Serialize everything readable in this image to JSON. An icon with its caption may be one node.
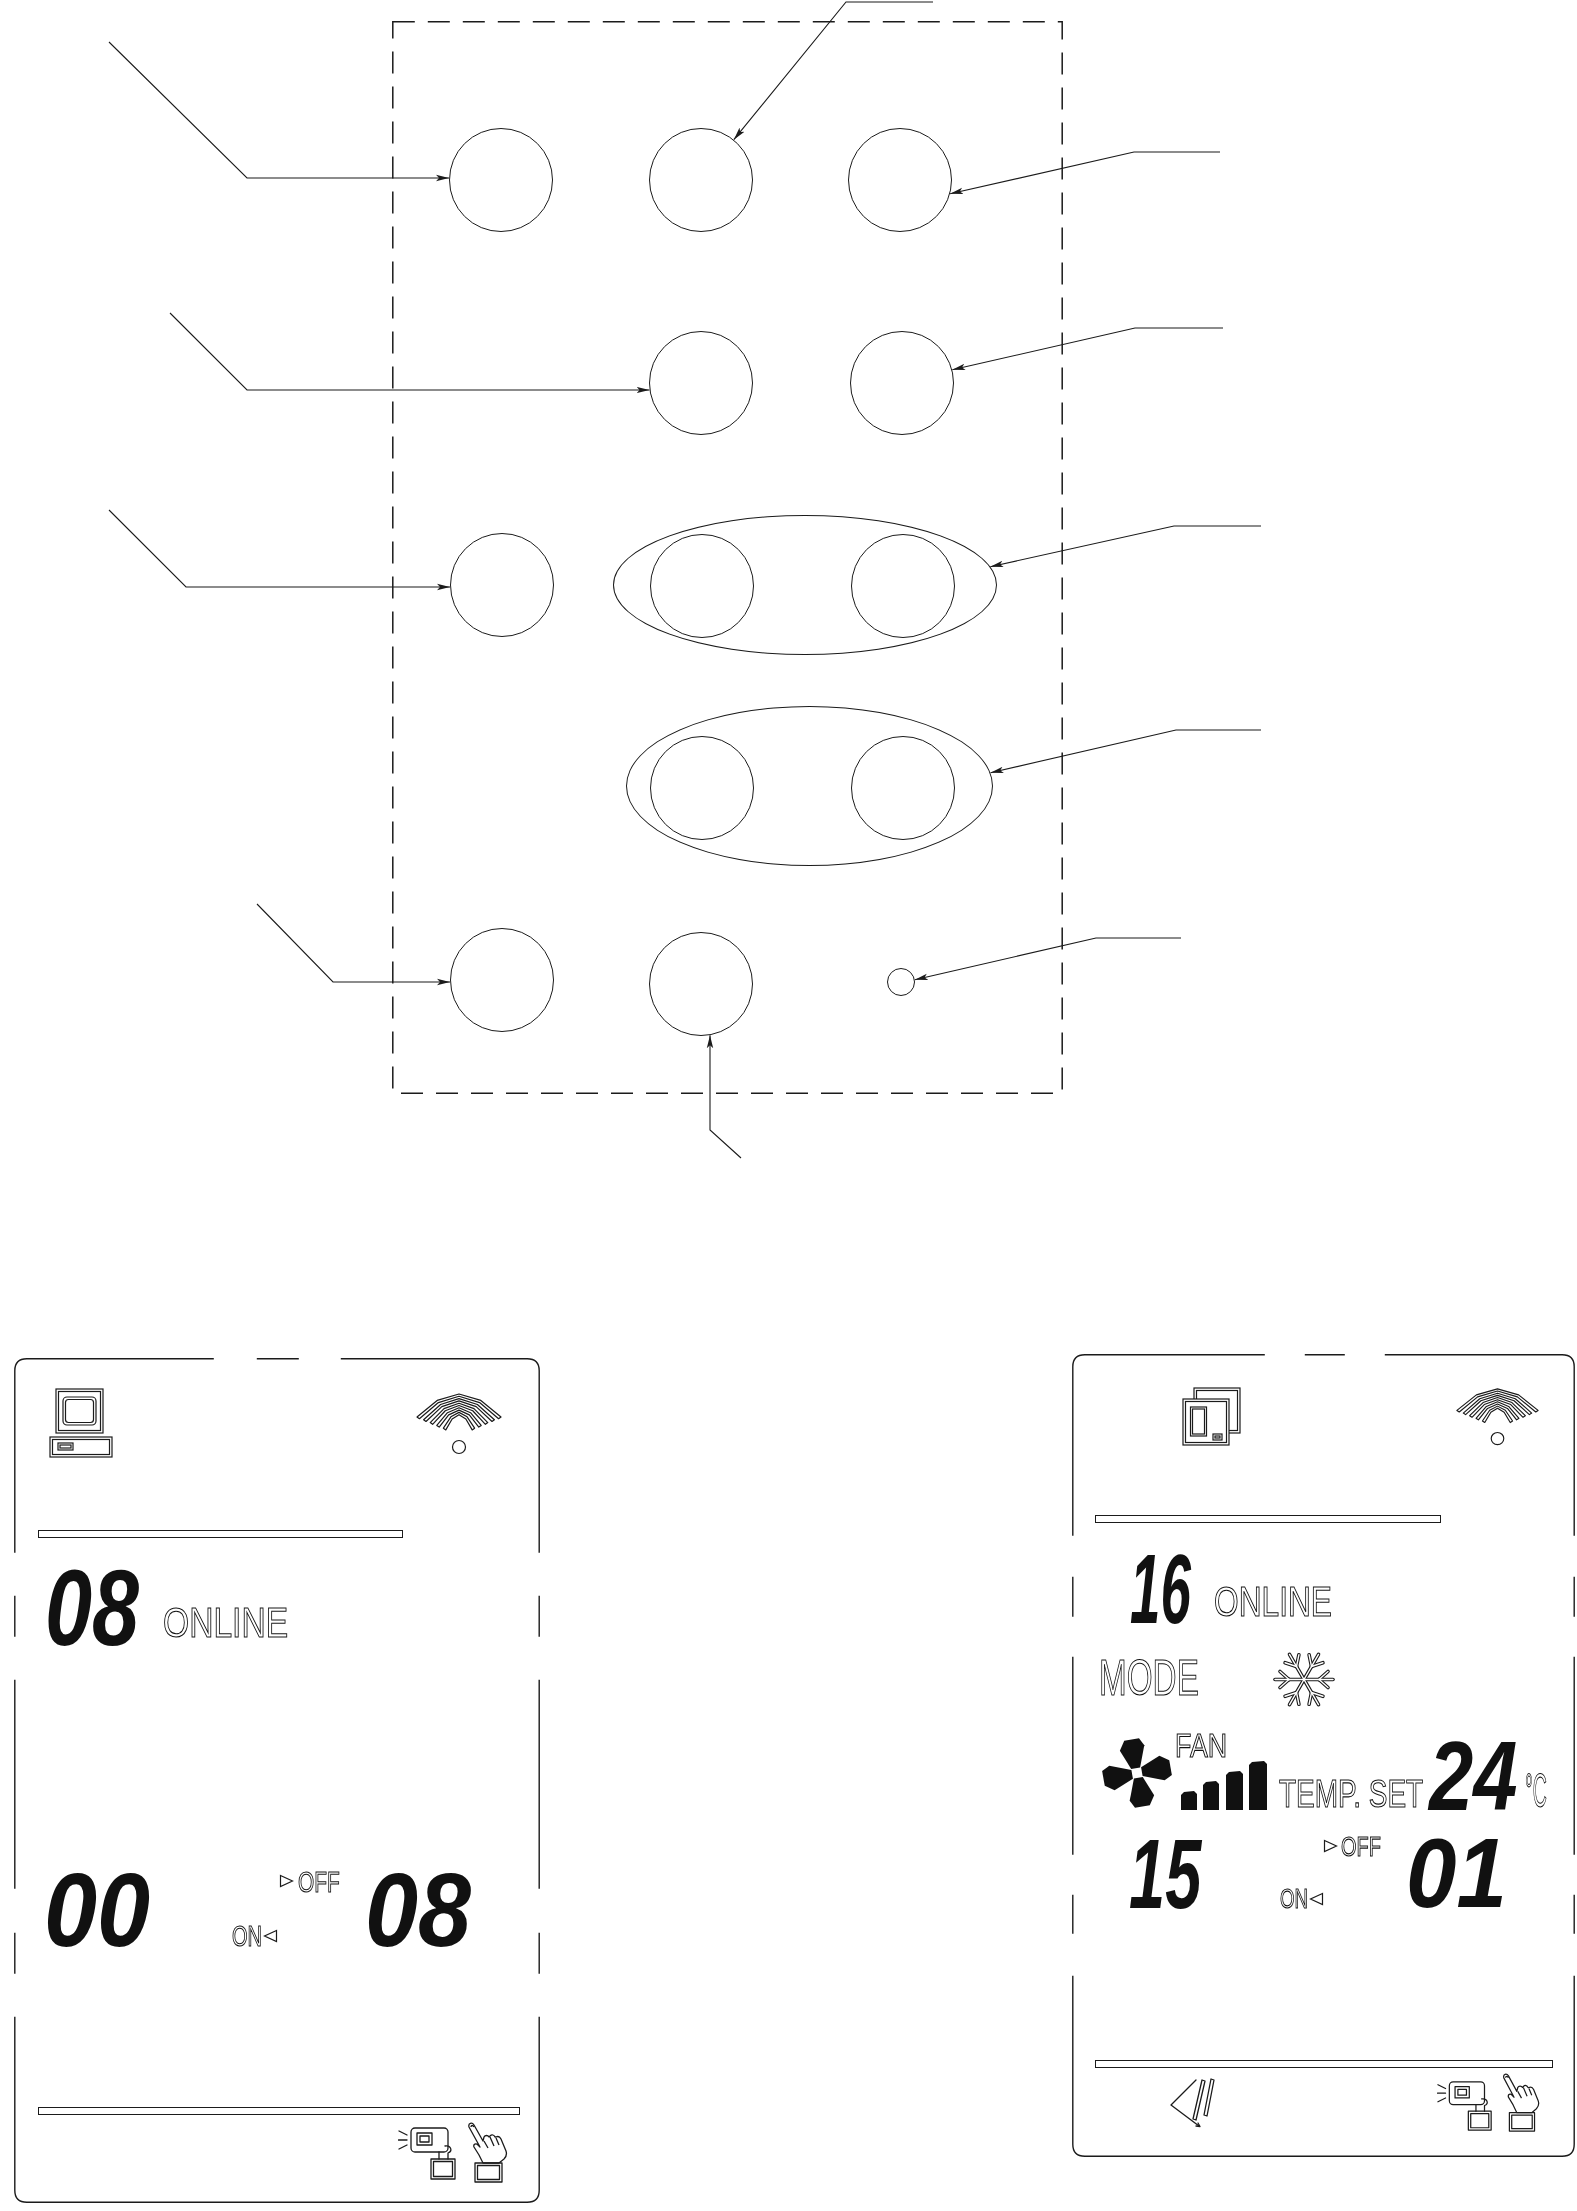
{
  "diagram": {
    "nodes": [
      {
        "text": [],
        "shape": "box"
      },
      {
        "text": [],
        "shape": "circle",
        "in": 0
      },
      {
        "text": [],
        "shape": "circle",
        "in": 0
      },
      {
        "text": [],
        "shape": "circle",
        "in": 0
      },
      {
        "text": [],
        "shape": "circle",
        "in": 0
      },
      {
        "text": [],
        "shape": "circle",
        "in": 0
      },
      {
        "text": [],
        "shape": "circle",
        "in": 0
      },
      {
        "text": [],
        "shape": "ellipse",
        "in": 0
      },
      {
        "text": [],
        "shape": "circle",
        "in": 7
      },
      {
        "text": [],
        "shape": "circle",
        "in": 7
      },
      {
        "text": [],
        "shape": "ellipse",
        "in": 0
      },
      {
        "text": [],
        "shape": "circle",
        "in": 10
      },
      {
        "text": [],
        "shape": "circle",
        "in": 10
      },
      {
        "text": [],
        "shape": "circle",
        "in": 0
      },
      {
        "text": [],
        "shape": "circle",
        "in": 0
      },
      {
        "text": [],
        "shape": "circle",
        "in": 0
      },
      {
        "text": [
          "08",
          "ONLINE",
          "00",
          "OFF",
          "ON",
          "08"
        ]
      },
      {
        "text": [
          "16",
          "ONLINE",
          "MODE",
          "FAN",
          "TEMP. SET",
          "24",
          "°C",
          "15",
          "OFF",
          "ON",
          "01"
        ]
      }
    ],
    "edges": [
      {
        "from": null,
        "to": 1,
        "arrow": "to"
      },
      {
        "from": null,
        "to": 2,
        "arrow": "to"
      },
      {
        "from": null,
        "to": 3,
        "arrow": "to"
      },
      {
        "from": null,
        "to": 4,
        "arrow": "to"
      },
      {
        "from": null,
        "to": 5,
        "arrow": "to"
      },
      {
        "from": null,
        "to": 6,
        "arrow": "to"
      },
      {
        "from": null,
        "to": 7,
        "arrow": "to"
      },
      {
        "from": null,
        "to": 10,
        "arrow": "to"
      },
      {
        "from": null,
        "to": 13,
        "arrow": "to"
      },
      {
        "from": null,
        "to": 15,
        "arrow": "to"
      },
      {
        "from": null,
        "to": 14,
        "arrow": "to"
      }
    ]
  }
}
